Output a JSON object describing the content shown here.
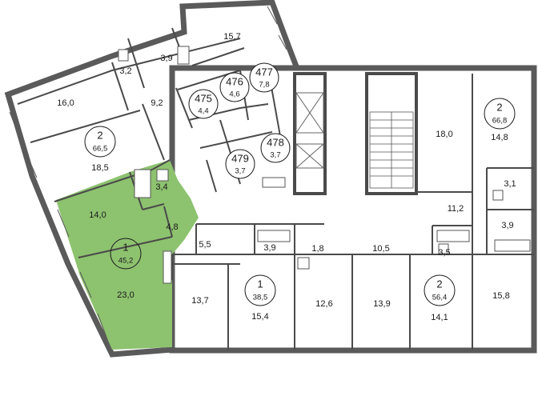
{
  "rooms": {
    "r157": "15,7",
    "r32": "3,2",
    "r39a": "3,9",
    "r160": "16,0",
    "r92": "9,2",
    "r185": "18,5",
    "r34": "3,4",
    "r140": "14,0",
    "r48": "4,8",
    "r230": "23,0",
    "r55": "5,5",
    "r39b": "3,9",
    "r18": "1,8",
    "r105": "10,5",
    "r35": "3,5",
    "r137": "13,7",
    "r154": "15,4",
    "r126": "12,6",
    "r139": "13,9",
    "r141": "14,1",
    "r158": "15,8",
    "r180": "18,0",
    "r148": "14,8",
    "r112": "11,2",
    "r31": "3,1",
    "r39c": "3,9"
  },
  "apartments": {
    "a_left": {
      "rooms": "2",
      "area": "66,5"
    },
    "a_selected": {
      "rooms": "1",
      "area": "45,2"
    },
    "a_mid": {
      "rooms": "1",
      "area": "38,5"
    },
    "a_right_bottom": {
      "rooms": "2",
      "area": "56,4"
    },
    "a_right_top": {
      "rooms": "2",
      "area": "66,8"
    }
  },
  "units": {
    "u475": {
      "num": "475",
      "area": "4,4"
    },
    "u476": {
      "num": "476",
      "area": "4,6"
    },
    "u477": {
      "num": "477",
      "area": "7,8"
    },
    "u478": {
      "num": "478",
      "area": "3,7"
    },
    "u479": {
      "num": "479",
      "area": "3,7"
    }
  },
  "colors": {
    "highlight": "#8dc26f",
    "wall": "#4a4a4a"
  }
}
